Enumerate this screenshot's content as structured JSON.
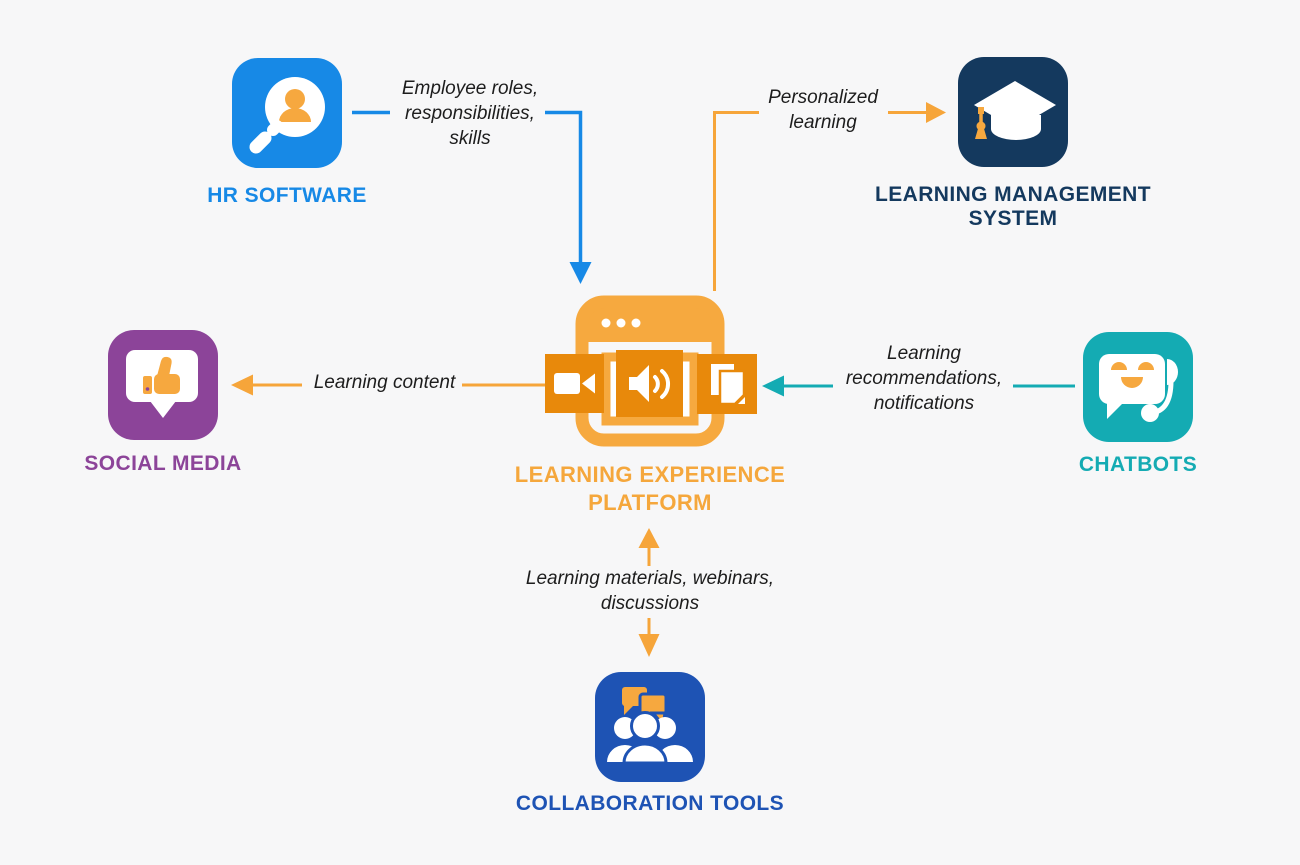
{
  "nodes": {
    "hr_software": {
      "label": "HR SOFTWARE",
      "color": "#1789E6",
      "icon": "person-search-icon"
    },
    "learning_management_system": {
      "label": "LEARNING MANAGEMENT\nSYSTEM",
      "color": "#14395E",
      "icon": "graduation-cap-icon"
    },
    "social_media": {
      "label": "SOCIAL MEDIA",
      "color": "#8C4499",
      "icon": "thumbs-up-bubble-icon"
    },
    "chatbots": {
      "label": "CHATBOTS",
      "color": "#14ABB3",
      "icon": "robot-chat-icon"
    },
    "collaboration_tools": {
      "label": "COLLABORATION TOOLS",
      "color": "#1E53B4",
      "icon": "group-chat-icon"
    },
    "learning_experience_platform": {
      "label": "LEARNING EXPERIENCE\nPLATFORM",
      "color": "#F5A73C",
      "icon": "media-browser-icon"
    }
  },
  "edges": {
    "hr_to_lxp": {
      "label": "Employee roles,\nresponsibilities,\nskills",
      "color": "#1789E6",
      "arrow": "HR Software to Learning Experience Platform"
    },
    "lxp_to_lms": {
      "label": "Personalized\nlearning",
      "color": "#F6A53A",
      "arrow": "Learning Experience Platform to Learning Management System"
    },
    "lxp_to_social": {
      "label": "Learning content",
      "color": "#F6A53A",
      "arrow": "Learning Experience Platform to Social Media"
    },
    "chatbots_to_lxp": {
      "label": "Learning\nrecommendations,\nnotifications",
      "color": "#14ABB3",
      "arrow": "Chatbots to Learning Experience Platform"
    },
    "collab_lxp": {
      "label": "Learning materials, webinars,\ndiscussions",
      "color": "#F6A53A",
      "arrow": "Collaboration Tools to/from Learning Experience Platform"
    }
  },
  "colors": {
    "background": "#F7F7F8",
    "orange_light": "#F6A93F",
    "orange_dark": "#E8890B",
    "blue": "#1789E6",
    "navy": "#14395E",
    "purple": "#8C4499",
    "teal": "#14ABB3",
    "royal_blue": "#1E53B4"
  }
}
